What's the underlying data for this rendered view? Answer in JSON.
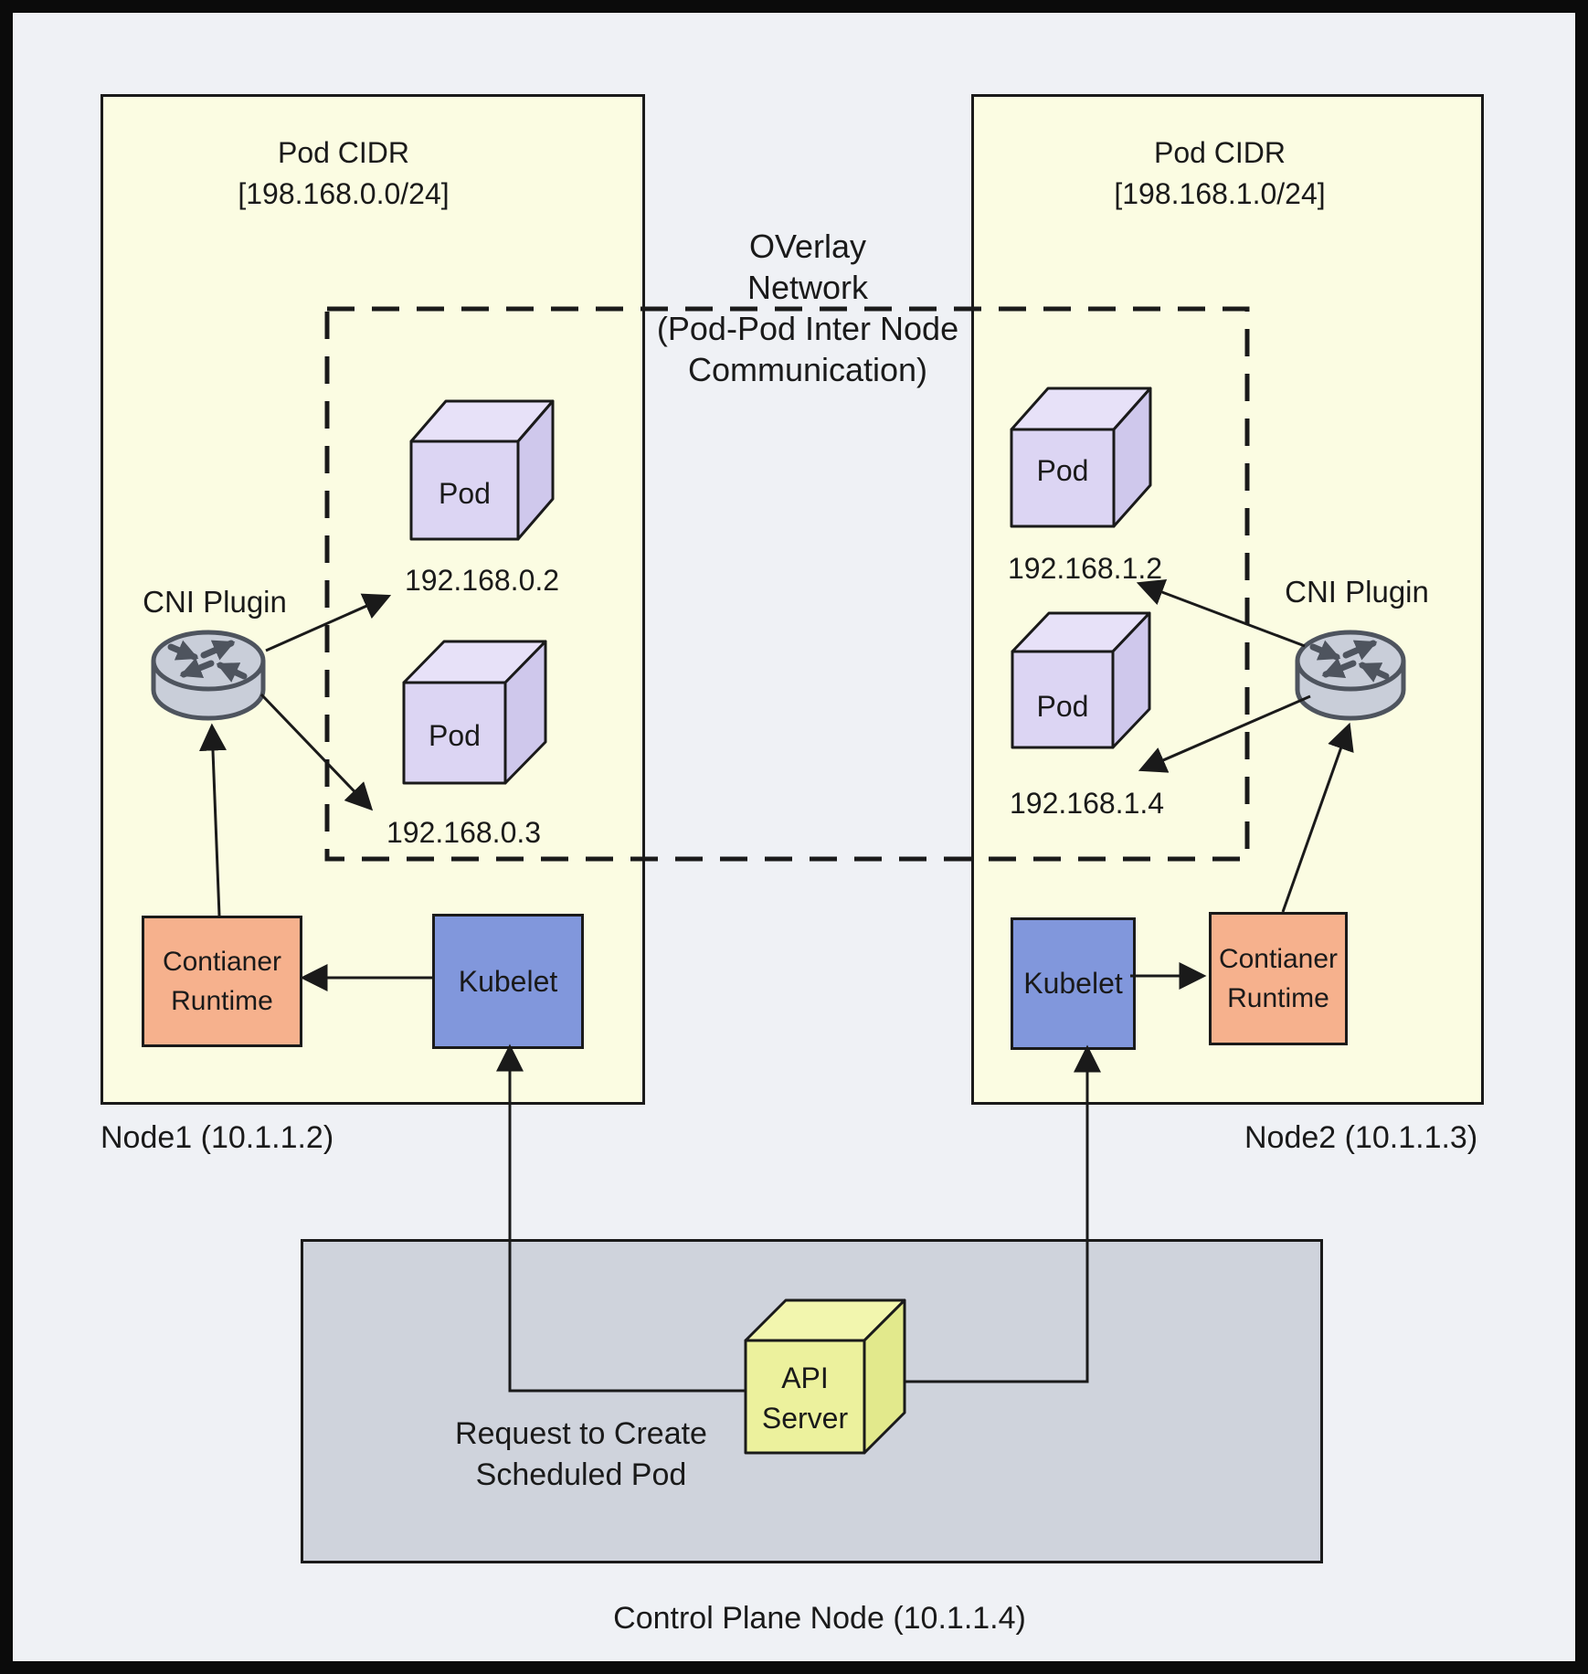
{
  "colors": {
    "page_bg": "#eff1f5",
    "frame": "#0b0b0b",
    "line": "#1a1a1a",
    "node_fill": "#fbfce2",
    "control_plane_fill": "#cfd3dc",
    "kubelet_fill": "#8197dc",
    "runtime_fill": "#f6b18d",
    "pod_front": "#dcd5f3",
    "pod_top": "#e7e1f8",
    "pod_side": "#cfc8ec",
    "api_front": "#ecf19d",
    "api_top": "#f2f6ae",
    "api_side": "#e2e98c",
    "router_fill": "#c9ced9",
    "router_stroke": "#4e545e"
  },
  "node1": {
    "pod_cidr": "Pod CIDR\n[198.168.0.0/24]",
    "name": "Node1 (10.1.1.2)",
    "cni_plugin": "CNI Plugin",
    "pods": [
      {
        "label": "Pod",
        "ip": "192.168.0.2"
      },
      {
        "label": "Pod",
        "ip": "192.168.0.3"
      }
    ],
    "kubelet": "Kubelet",
    "container_runtime": "Contianer\nRuntime"
  },
  "node2": {
    "pod_cidr": "Pod CIDR\n[198.168.1.0/24]",
    "name": "Node2 (10.1.1.3)",
    "cni_plugin": "CNI Plugin",
    "pods": [
      {
        "label": "Pod",
        "ip": "192.168.1.2"
      },
      {
        "label": "Pod",
        "ip": "192.168.1.4"
      }
    ],
    "kubelet": "Kubelet",
    "container_runtime": "Contianer\nRuntime"
  },
  "overlay_network": {
    "label": "OVerlay\nNetwork\n(Pod-Pod Inter Node\nCommunication)"
  },
  "control_plane": {
    "name": "Control Plane Node  (10.1.1.4)",
    "api_server": "API\nServer",
    "request_label": "Request to Create\nScheduled Pod"
  }
}
